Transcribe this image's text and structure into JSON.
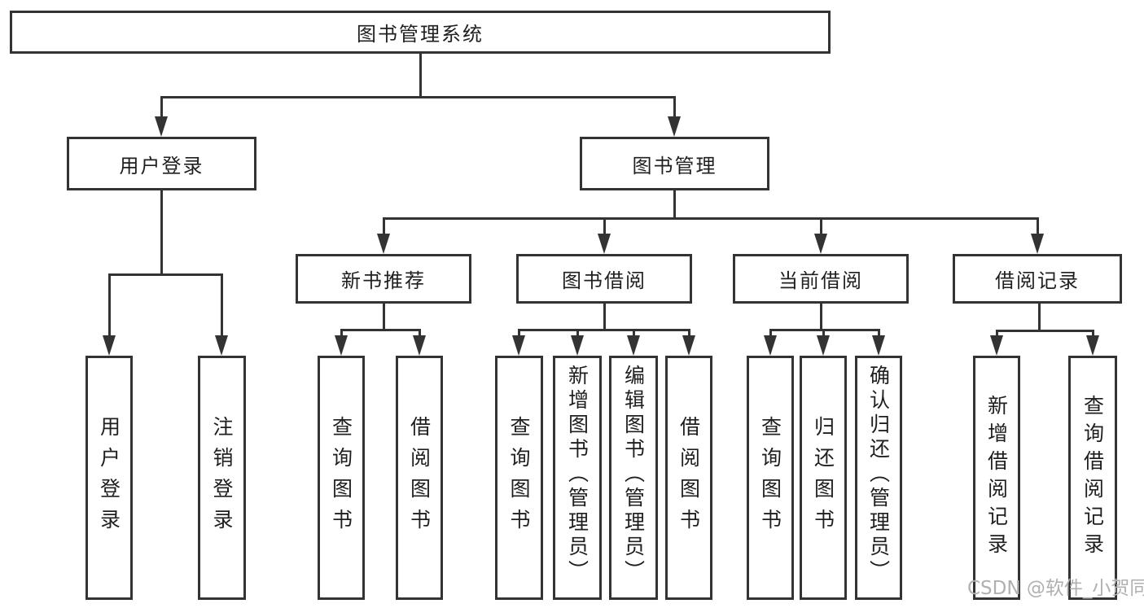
{
  "colors": {
    "line": "#333333",
    "box_fill": "#ffffff",
    "text": "#1f1f1f",
    "watermark": "#b0b0b0"
  },
  "root": {
    "label": "图书管理系统"
  },
  "branches": [
    {
      "label": "用户登录"
    },
    {
      "label": "图书管理"
    }
  ],
  "modules": [
    {
      "label": "新书推荐"
    },
    {
      "label": "图书借阅"
    },
    {
      "label": "当前借阅"
    },
    {
      "label": "借阅记录"
    }
  ],
  "leaves": {
    "user_login": {
      "label": "用户登录"
    },
    "logout": {
      "label": "注销登录"
    },
    "rec_query_book": {
      "label": "查询图书"
    },
    "rec_borrow_book": {
      "label": "借阅图书"
    },
    "bor_query_book": {
      "label": "查询图书"
    },
    "bor_add_book": {
      "label": "新增图书（管理员）"
    },
    "bor_edit_book": {
      "label": "编辑图书（管理员）"
    },
    "bor_borrow_book": {
      "label": "借阅图书"
    },
    "cur_query_book": {
      "label": "查询图书"
    },
    "cur_return_book": {
      "label": "归还图书"
    },
    "cur_confirm_return": {
      "label": "确认归还（管理员）"
    },
    "log_add_record": {
      "label": "新增借阅记录"
    },
    "log_query_record": {
      "label": "查询借阅记录"
    }
  },
  "watermark": {
    "text": "CSDN @软件_小贺同学"
  }
}
